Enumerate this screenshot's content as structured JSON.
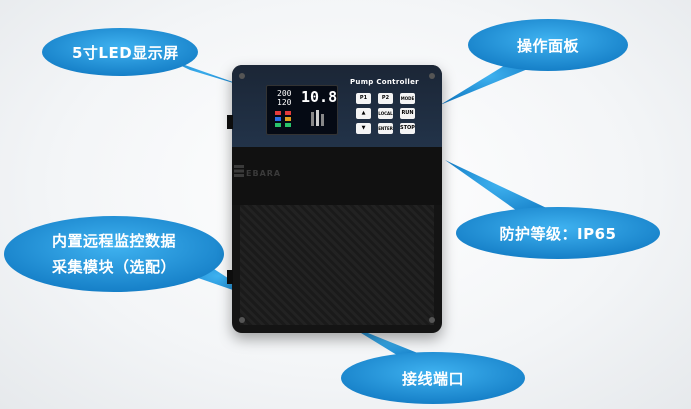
{
  "callouts": {
    "led_screen": "5寸LED显示屏",
    "control_panel": "操作面板",
    "protection": "防护等级：IP65",
    "remote_module_line1": "内置远程监控数据",
    "remote_module_line2": "采集模块（选配）",
    "wiring_port": "接线端口"
  },
  "device": {
    "panel_title": "Pump Controller",
    "brand": "EBARA",
    "display": {
      "small_top": "200",
      "small_bottom": "120",
      "large": "10.8"
    },
    "keys": {
      "p1": "P1",
      "p2": "P2",
      "right_top": "MODE",
      "up": "▲",
      "middle": "LOCAL",
      "right_mid": "RUN",
      "down": "▼",
      "enter": "ENTER",
      "stop": "STOP"
    }
  },
  "colors": {
    "bubble_blue": "#1f8fd6",
    "panel_blue": "#223349"
  }
}
